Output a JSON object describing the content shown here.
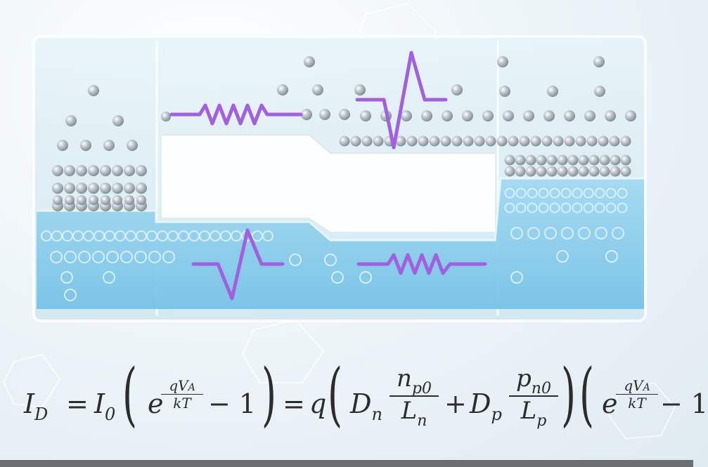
{
  "equation": {
    "id_lhs": "I",
    "id_sub": "D",
    "eq1": "=",
    "i0": "I",
    "i0_sub": "0",
    "e1": "e",
    "exp_num": "qV",
    "exp_num_sub": "A",
    "exp_den": "kT",
    "minus_one": "− 1",
    "eq2": "=",
    "q": "q",
    "dn": "D",
    "dn_sub": "n",
    "np0": "n",
    "np0_sub": "p0",
    "ln": "L",
    "ln_sub": "n",
    "plus": "+",
    "dp": "D",
    "dp_sub": "p",
    "pn0": "p",
    "pn0_sub": "n0",
    "lp": "L",
    "lp_sub": "p",
    "e2": "e",
    "exp2_num": "qV",
    "exp2_num_sub": "A",
    "exp2_den": "kT",
    "minus_one_2": "− 1"
  },
  "colors": {
    "noise_symbol": "#a060e0",
    "carrier": "#aab2ba",
    "band_fill": "#8fd0ee",
    "tray_glass": "#d7ebf3"
  },
  "icons": [
    "resistor-symbol",
    "noise-spike-symbol"
  ]
}
